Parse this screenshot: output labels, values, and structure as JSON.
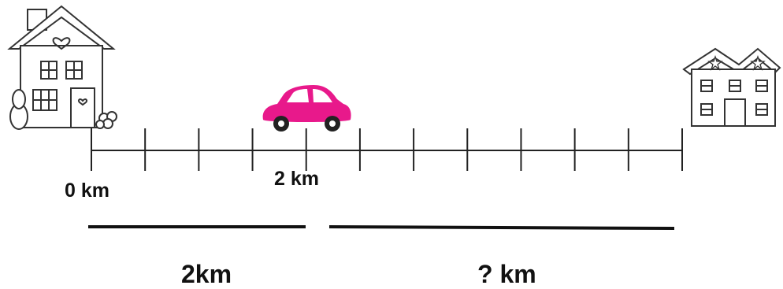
{
  "diagram": {
    "tick_count": 12,
    "car_tick_index": 4,
    "labels": {
      "start": "0 km",
      "car_position": "2 km",
      "segment_left": "2km",
      "segment_right": "? km"
    },
    "icons": [
      "house-icon",
      "car-icon",
      "apartment-building-icon"
    ],
    "colors": {
      "car": "#e8198b",
      "line": "#222222",
      "outline": "#333333"
    }
  }
}
